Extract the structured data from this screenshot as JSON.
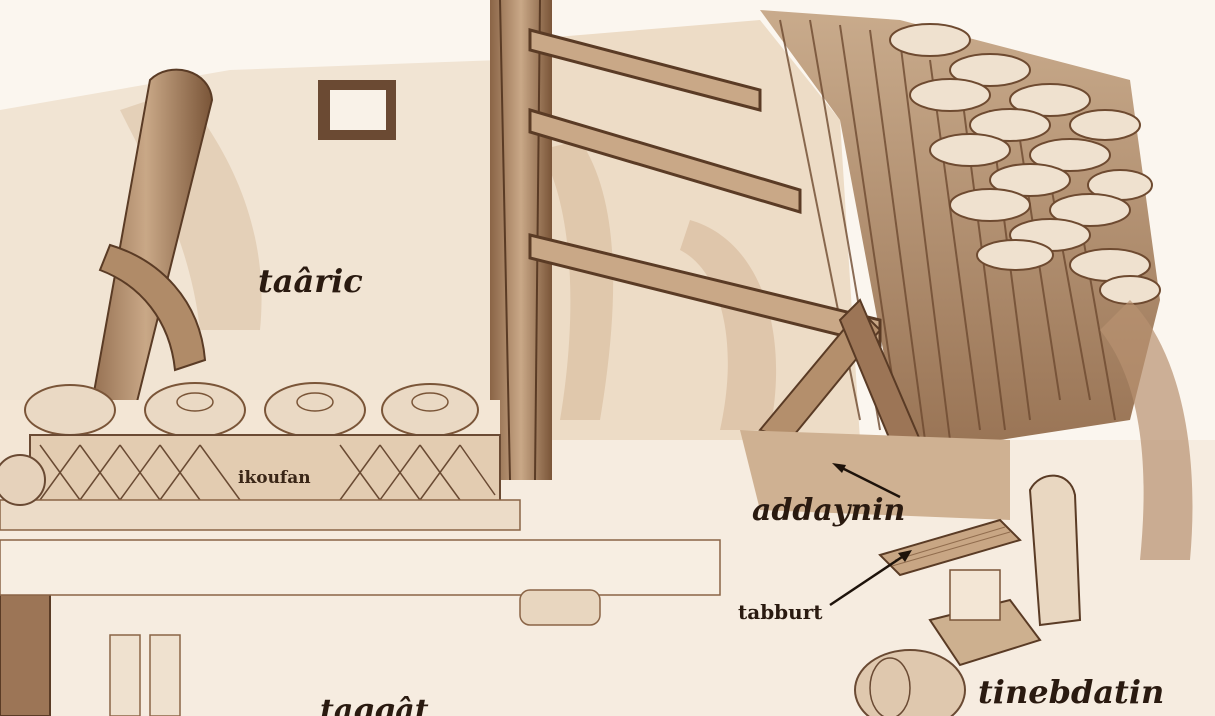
{
  "illustration": {
    "labels": {
      "taaric": "taâric",
      "ikoufan": "ikoufan",
      "addaynin": "addaynin",
      "tabburt": "tabburt",
      "tinebdatin": "tinebdatin",
      "taggat": "taggât"
    },
    "colors": {
      "paper": "#fbf6ef",
      "wash_light": "#efe1cf",
      "wash_mid": "#d9bfa0",
      "wash_dark": "#a9805c",
      "ink": "#4a2f1e"
    }
  }
}
